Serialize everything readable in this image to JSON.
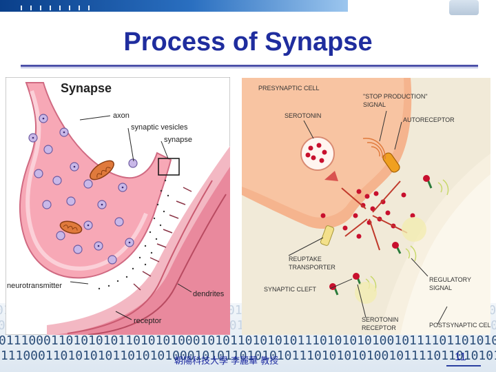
{
  "title": "Process of Synapse",
  "figure_left": {
    "heading": "Synapse",
    "labels": {
      "axon": "axon",
      "vesicles": "synaptic vesicles",
      "synapse": "synapse",
      "neurotransmitter": "neurotransmitter",
      "dendrites": "dendrites",
      "receptor": "receptor"
    }
  },
  "figure_right": {
    "labels": {
      "presynaptic": "PRESYNAPTIC CELL",
      "stop1": "\"STOP PRODUCTION\"",
      "stop2": "SIGNAL",
      "serotonin": "SEROTONIN",
      "autoreceptor": "AUTORECEPTOR",
      "reuptake1": "REUPTAKE",
      "reuptake2": "TRANSPORTER",
      "cleft": "SYNAPTIC CLEFT",
      "regulatory1": "REGULATORY",
      "regulatory2": "SIGNAL",
      "sero_receptor1": "SEROTONIN",
      "sero_receptor2": "RECEPTOR",
      "postsynaptic": "POSTSYNAPTIC CELL"
    }
  },
  "footer": "朝陽科技大學 李麗華 教授",
  "page_number": "11",
  "colors": {
    "title": "#1f2d9e",
    "banner": "#0a3f8a"
  }
}
